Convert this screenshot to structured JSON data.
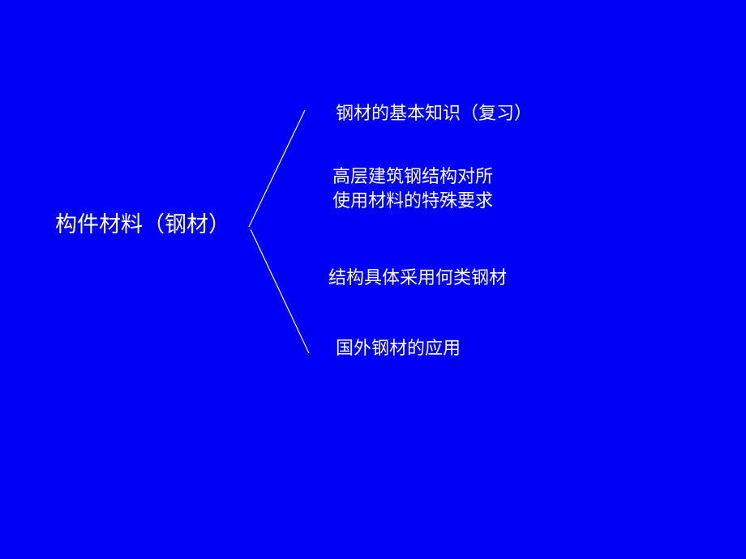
{
  "diagram": {
    "root": {
      "label": "构件材料（钢材）"
    },
    "branches": [
      {
        "label": "钢材的基本知识（复习）"
      },
      {
        "lines": [
          "高层建筑钢结构对所",
          "使用材料的特殊要求"
        ]
      },
      {
        "label": "结构具体采用何类钢材"
      },
      {
        "label": "国外钢材的应用"
      }
    ],
    "colors": {
      "background": "#0000f5",
      "text": "#ffffff",
      "lines": "#ffffff"
    }
  }
}
